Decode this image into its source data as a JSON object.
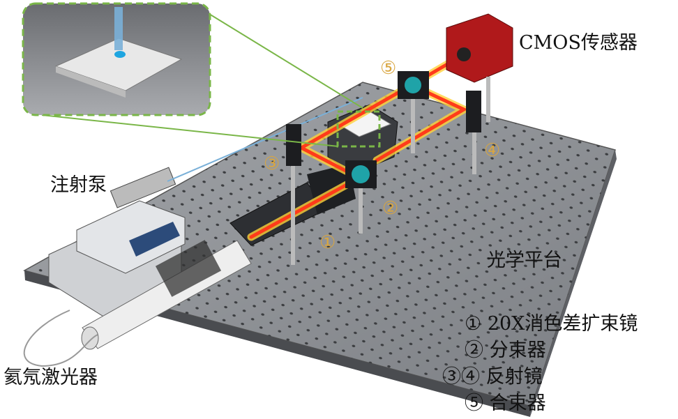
{
  "labels": {
    "cmos": "CMOS传感器",
    "pump": "注射泵",
    "table": "光学平台",
    "laser": "氦氖激光器"
  },
  "markers": {
    "m1": "①",
    "m2": "②",
    "m3": "③",
    "m4": "④",
    "m5": "⑤"
  },
  "legend": [
    {
      "num": "①",
      "text": "20X消色差扩束镜"
    },
    {
      "num": "②",
      "text": "分束器"
    },
    {
      "num": "③④",
      "text": "反射镜"
    },
    {
      "num": "⑤",
      "text": "合束器"
    }
  ],
  "colors": {
    "beam": "#ff3b1a",
    "beam_glow": "#ffd23a",
    "inset_border": "#7ab648",
    "table": "#8a8d92",
    "marker": "#d9a640"
  }
}
